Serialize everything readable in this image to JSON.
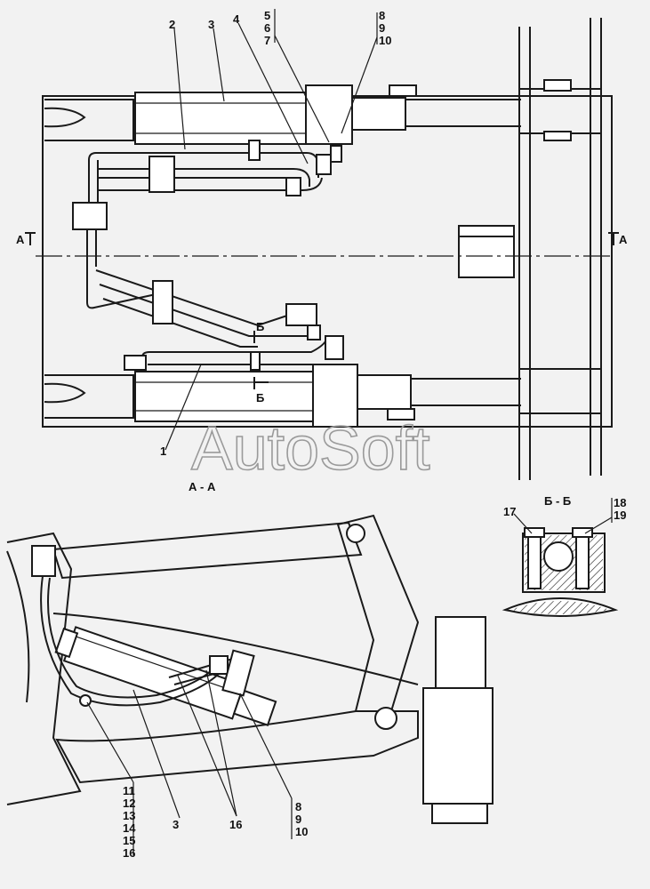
{
  "watermark": "AutoSoft",
  "section_labels": {
    "a_left": "A",
    "a_right": "A",
    "b_upper": "Б",
    "b_lower": "Б",
    "view_aa": "А - А",
    "view_bb": "Б - Б"
  },
  "callouts": {
    "c1": "1",
    "c2": "2",
    "c3": "3",
    "c4": "4",
    "c5": "5",
    "c6": "6",
    "c7": "7",
    "c8": "8",
    "c9": "9",
    "c10": "10",
    "c17": "17",
    "c18": "18",
    "c19": "19",
    "c11": "11",
    "c12": "12",
    "c13": "13",
    "c14": "14",
    "c15": "15",
    "c16b": "16",
    "c3b": "3",
    "c16": "16",
    "c8b": "8",
    "c9b": "9",
    "c10b": "10"
  }
}
